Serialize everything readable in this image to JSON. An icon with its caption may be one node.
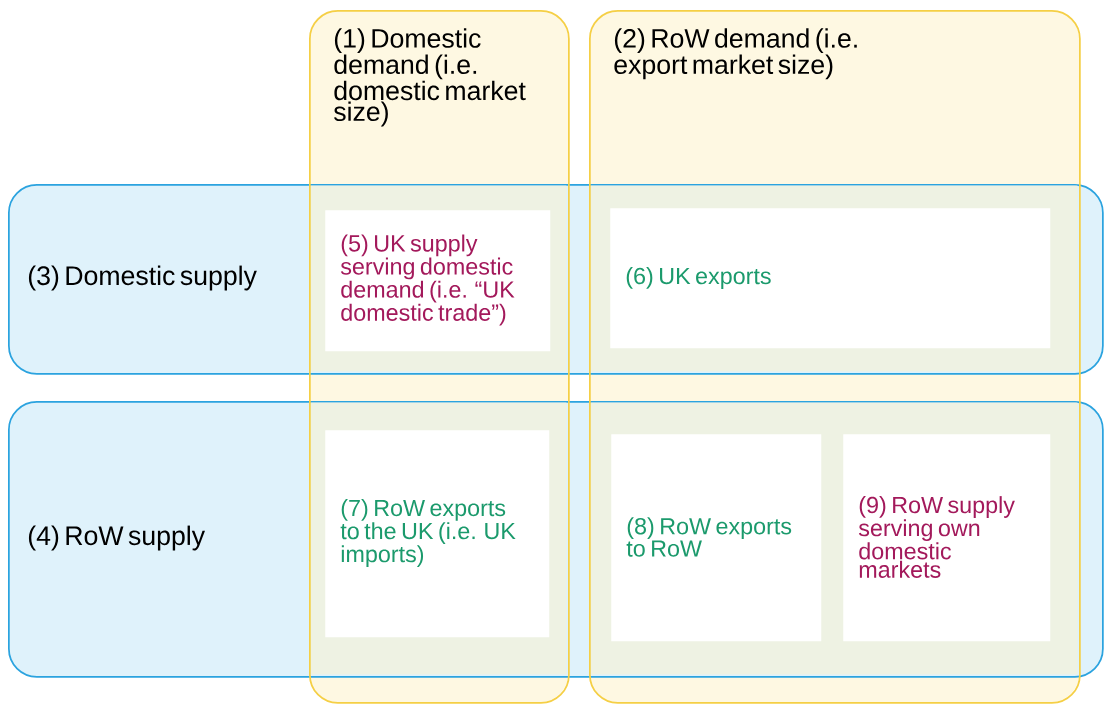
{
  "diagram": {
    "nodes": [
      {
        "text": [
          "(1) Domestic demand (i.e. domestic market size)"
        ]
      },
      {
        "text": [
          "(2) RoW demand (i.e. export market size)"
        ]
      },
      {
        "text": [
          "(3) Domestic supply"
        ]
      },
      {
        "text": [
          "(4) RoW supply"
        ]
      },
      {
        "text": [
          "(5) UK supply serving domestic demand (i.e. “UK domestic trade”)"
        ]
      },
      {
        "text": [
          "(6) UK exports"
        ]
      },
      {
        "text": [
          "(7) RoW exports to the UK (i.e. UK imports)"
        ]
      },
      {
        "text": [
          "(8) RoW exports to RoW"
        ]
      },
      {
        "text": [
          "(9) RoW supply serving own domestic markets"
        ]
      }
    ]
  }
}
